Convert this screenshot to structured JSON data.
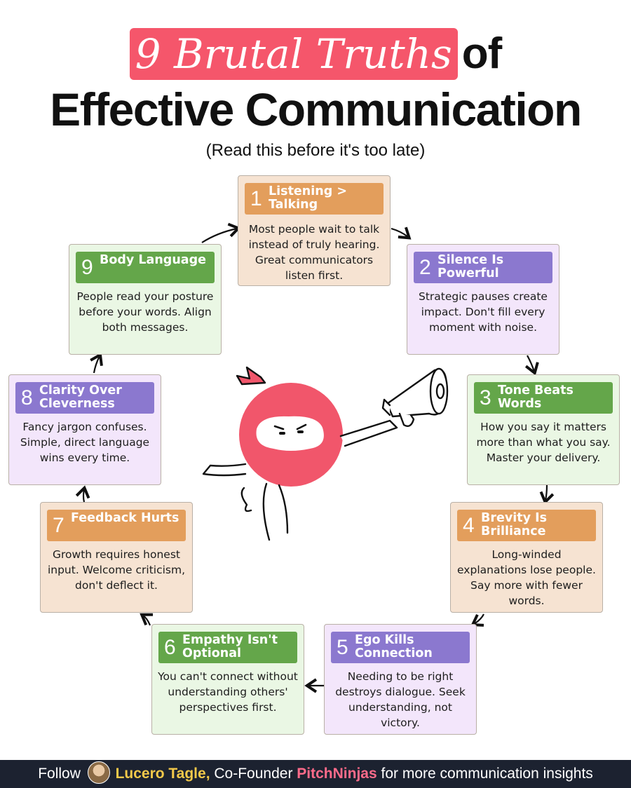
{
  "title": {
    "highlight": "9 Brutal Truths",
    "rest": "of",
    "line2": "Effective Communication",
    "subtitle": "(Read this before it's too late)"
  },
  "cards": [
    {
      "number": "1",
      "heading": "Listening > Talking",
      "body": "Most people wait to talk instead of truly hearing. Great communicators listen first.",
      "color": "orange"
    },
    {
      "number": "2",
      "heading": "Silence Is Powerful",
      "body": "Strategic pauses create impact. Don't fill every moment with noise.",
      "color": "purple"
    },
    {
      "number": "3",
      "heading": "Tone Beats Words",
      "body": "How you say it matters more than what you say. Master your delivery.",
      "color": "green"
    },
    {
      "number": "4",
      "heading": "Brevity Is Brilliance",
      "body": "Long-winded explanations lose people. Say more with fewer words.",
      "color": "orange"
    },
    {
      "number": "5",
      "heading": "Ego Kills Connection",
      "body": "Needing to be right destroys dialogue. Seek understanding, not victory.",
      "color": "purple"
    },
    {
      "number": "6",
      "heading": "Empathy Isn't Optional",
      "body": "You can't connect without understanding others' perspectives first.",
      "color": "green"
    },
    {
      "number": "7",
      "heading": "Feedback Hurts",
      "body": "Growth requires honest input. Welcome criticism, don't deflect it.",
      "color": "orange"
    },
    {
      "number": "8",
      "heading": "Clarity Over Cleverness",
      "body": "Fancy jargon confuses. Simple, direct language wins every time.",
      "color": "purple"
    },
    {
      "number": "9",
      "heading": "Body Language",
      "body": "People read your posture before your words. Align both messages.",
      "color": "green"
    }
  ],
  "footer": {
    "follow": "Follow",
    "name": "Lucero Tagle,",
    "role": "Co-Founder",
    "brand": "PitchNinjas",
    "tail": "for more communication insights"
  },
  "colors": {
    "accent": "#f5566b",
    "orange": "#e39e5c",
    "purple": "#8b78cf",
    "green": "#64a64a",
    "footer_bg": "#1c2230"
  }
}
